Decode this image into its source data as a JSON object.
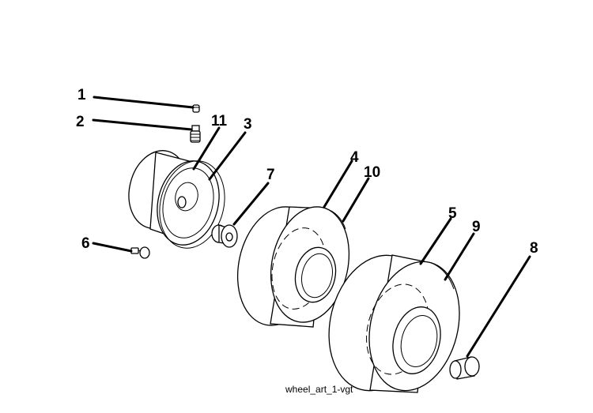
{
  "callouts": [
    {
      "id": "1",
      "label": "1"
    },
    {
      "id": "2",
      "label": "2"
    },
    {
      "id": "3",
      "label": "3"
    },
    {
      "id": "4",
      "label": "4"
    },
    {
      "id": "5",
      "label": "5"
    },
    {
      "id": "6",
      "label": "6"
    },
    {
      "id": "7",
      "label": "7"
    },
    {
      "id": "8",
      "label": "8"
    },
    {
      "id": "9",
      "label": "9"
    },
    {
      "id": "10",
      "label": "10"
    },
    {
      "id": "11",
      "label": "11"
    }
  ],
  "caption": "wheel_art_1-vgt",
  "colors": {
    "ink": "#000000",
    "background": "#ffffff"
  }
}
